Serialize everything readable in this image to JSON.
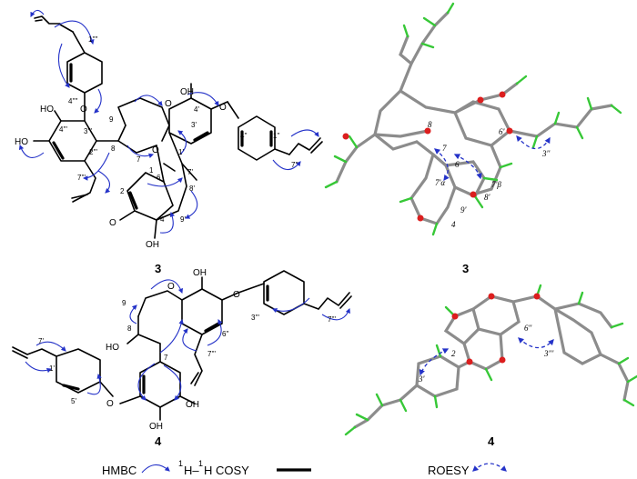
{
  "compounds": {
    "c3": {
      "caption": "3",
      "labels": {
        "c1pppp": "1''''",
        "c4pppp": "4''''",
        "c4ppp": "4'''",
        "c3ppp": "3'''",
        "c2ppp": "2'''",
        "c7ppp": "7'''",
        "c9": "9",
        "c8": "8",
        "c7": "7",
        "c2": "2",
        "c4": "4",
        "c6": "6",
        "c1": "1",
        "c3p": "3'",
        "c4p": "4'",
        "c1p": "1'",
        "c7p": "7'",
        "c8p": "8'",
        "c9p": "9'",
        "c4pp": "4''",
        "c1pp": "1''",
        "c7pp": "7''",
        "o_ring": "O",
        "o_ether1": "O",
        "o_ether2": "O",
        "o_keto": "O",
        "oh_4p": "OH",
        "ho_a": "HO",
        "ho_b": "HO",
        "oh_4": "OH",
        "o_ring2": "O"
      }
    },
    "c4": {
      "caption": "4",
      "labels": {
        "c9": "9",
        "c8": "8",
        "c7": "7",
        "c6pp": "6''",
        "c7ppp": "7'''",
        "c3ppp": "3'''",
        "c7p": "7'",
        "c1p": "1'",
        "c5p": "5'",
        "oh_top": "OH",
        "ho_8": "HO",
        "oh_r": "OH",
        "oh_b": "OH",
        "o_ring": "O",
        "o_ether1": "O",
        "o_ether2": "O"
      }
    },
    "m3": {
      "caption": "3",
      "labels": {
        "c8": "8",
        "c7": "7",
        "c6": "6",
        "c6p": "6'",
        "c3pp": "3''",
        "c7pa": "7'α",
        "c7pb": "7'β",
        "c8p": "8'",
        "c9p": "9'",
        "c4": "4"
      }
    },
    "m4": {
      "caption": "4",
      "labels": {
        "c6pp": "6''",
        "c3ppp": "3'''",
        "c2": "2",
        "c3p": "3'"
      }
    }
  },
  "legend": {
    "hmbc": "HMBC",
    "cosy_sup": "1",
    "cosy_h": "H–",
    "cosy_sup2": "1",
    "cosy_h2": "H COSY",
    "roesy": "ROESY"
  },
  "colors": {
    "correlation": "#2432c8",
    "carbon": "#8c8c8c",
    "oxygen": "#dc1e1e",
    "hydrogen": "#37c837"
  }
}
